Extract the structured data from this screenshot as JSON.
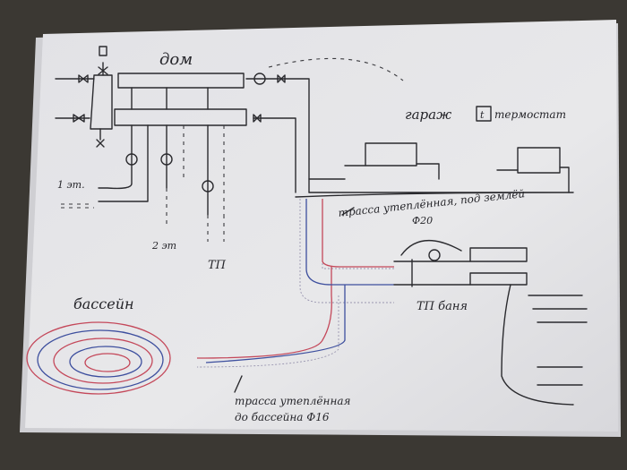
{
  "labels": {
    "house": "дом",
    "garage": "гараж",
    "thermostat": "термостат",
    "thermostat_symbol": "t",
    "floor1": "1 эт.",
    "floor2": "2 эт",
    "underfloor": "ТП",
    "main_route_line1": "трасса утеплённая, под землёй",
    "main_route_line2": "Ф20",
    "bath_underfloor": "ТП баня",
    "pool": "бассейн",
    "pool_route_line1": "трасса утеплённая",
    "pool_route_line2": "до бассейна Ф16"
  },
  "colors": {
    "paper": "#e6e6e8",
    "table": "#3b3833",
    "ink": "#2a2a2e",
    "supply": "#c4485a",
    "return": "#3d4f9e"
  }
}
